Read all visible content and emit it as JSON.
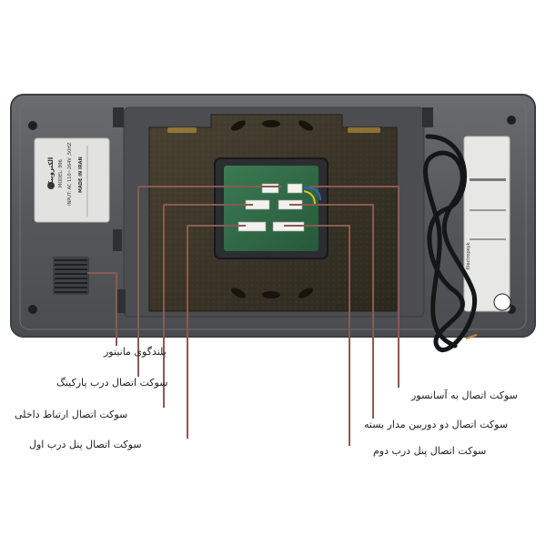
{
  "callouts": {
    "speaker": "بلندگوی مانیتور",
    "parking_door": "سوکت اتصال درب پارکینگ",
    "intercom": "سوکت اتصال ارتباط داخلی",
    "panel_door1": "سوکت اتصال پنل درب اول",
    "elevator": "سوکت اتصال به آسانسور",
    "cctv": "سوکت اتصال دو دوربین مدار بسته",
    "panel_door2": "سوکت اتصال پنل درب دوم"
  },
  "device_label": {
    "brand": "الکتروپیک",
    "model": "MODEL: 996",
    "input": "INPUT: AC 110~264V ,50HZ",
    "origin": "MADE IN IRAN"
  },
  "right_label": {
    "brand_latin": "Electropeyk"
  },
  "colors": {
    "leader_line": "#8a5a52",
    "housing": "#55575b",
    "housing_edge": "#3c3e42",
    "label_bg": "#e2e2e0",
    "plate": "#3a3526",
    "pcb": "#2f6b46"
  }
}
